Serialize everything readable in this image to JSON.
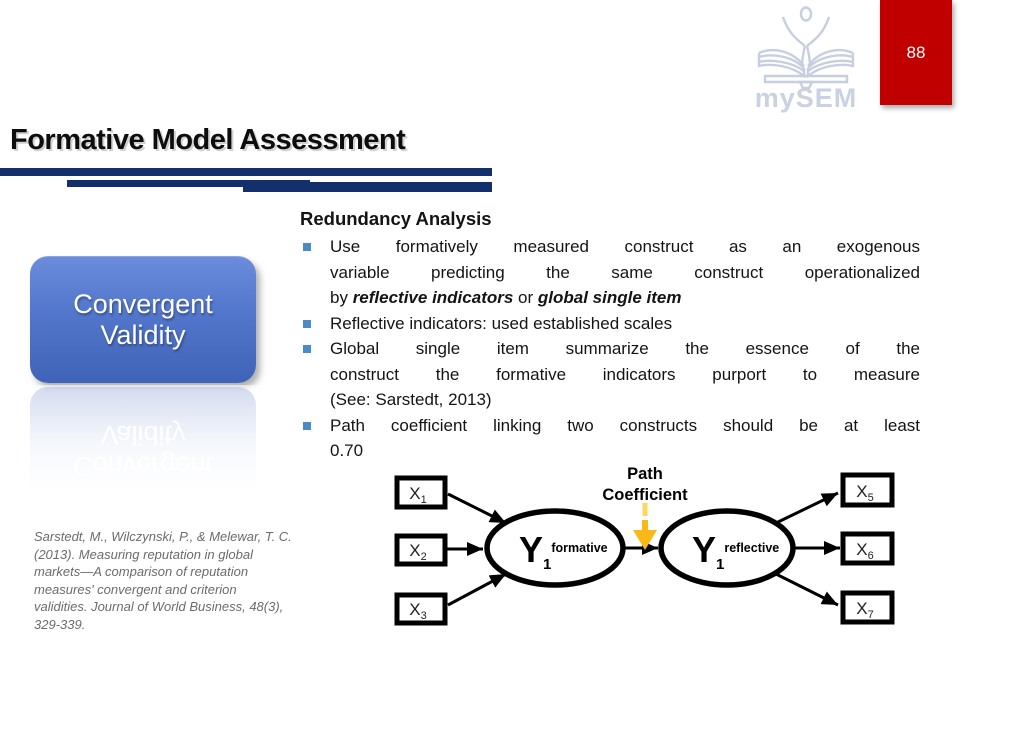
{
  "slide": {
    "page_number": "88",
    "title": "Formative Model Assessment"
  },
  "logo": {
    "text": "mySEM"
  },
  "sidebar_box": {
    "line1": "Convergent",
    "line2": "Validity"
  },
  "content": {
    "heading": "Redundancy Analysis",
    "bullet1": {
      "line1": "Use formatively measured construct as an exogenous",
      "line2": "variable predicting the same construct operationalized",
      "line3_pre": "by ",
      "line3_bold1": "reflective indicators",
      "line3_mid": " or ",
      "line3_bold2": "global single item"
    },
    "bullet2": {
      "line1": "Reflective indicators: used established scales"
    },
    "bullet3": {
      "line1": "Global single item summarize the essence of the",
      "line2": "construct the formative indicators purport to measure",
      "line3": "(See: Sarstedt, 2013)"
    },
    "bullet4": {
      "line1": "Path coefficient linking two constructs should be at least",
      "line2": "0.70"
    }
  },
  "citation": {
    "lines": [
      "Sarstedt, M., Wilczynski, P., & Melewar, T. C.",
      "(2013). Measuring reputation in global",
      "markets—A comparison of reputation",
      "measures' convergent and criterion",
      "validities. Journal of World Business, 48(3),",
      "329-339."
    ]
  },
  "diagram": {
    "path_label_line1": "Path",
    "path_label_line2": "Coefficient",
    "inputs": [
      {
        "letter": "X",
        "sub": "1"
      },
      {
        "letter": "X",
        "sub": "2"
      },
      {
        "letter": "X",
        "sub": "3"
      }
    ],
    "outputs": [
      {
        "letter": "X",
        "sub": "5"
      },
      {
        "letter": "X",
        "sub": "6"
      },
      {
        "letter": "X",
        "sub": "7"
      }
    ],
    "formative": {
      "letter": "Y",
      "sub": "1",
      "sup": "formative"
    },
    "reflective": {
      "letter": "Y",
      "sub": "1",
      "sup": "reflective"
    }
  },
  "colors": {
    "navy": "#12306b",
    "red": "#c00000",
    "bullet_blue": "#4a8ac6",
    "gold": "#fcb817",
    "gold_light": "#ffd65e",
    "logo": "#c6cedf",
    "box_blue_top": "#6b8cdb",
    "box_blue_mid": "#5478cd",
    "box_blue_bottom": "#3f63b6",
    "citation_gray": "#6b6b6b"
  }
}
